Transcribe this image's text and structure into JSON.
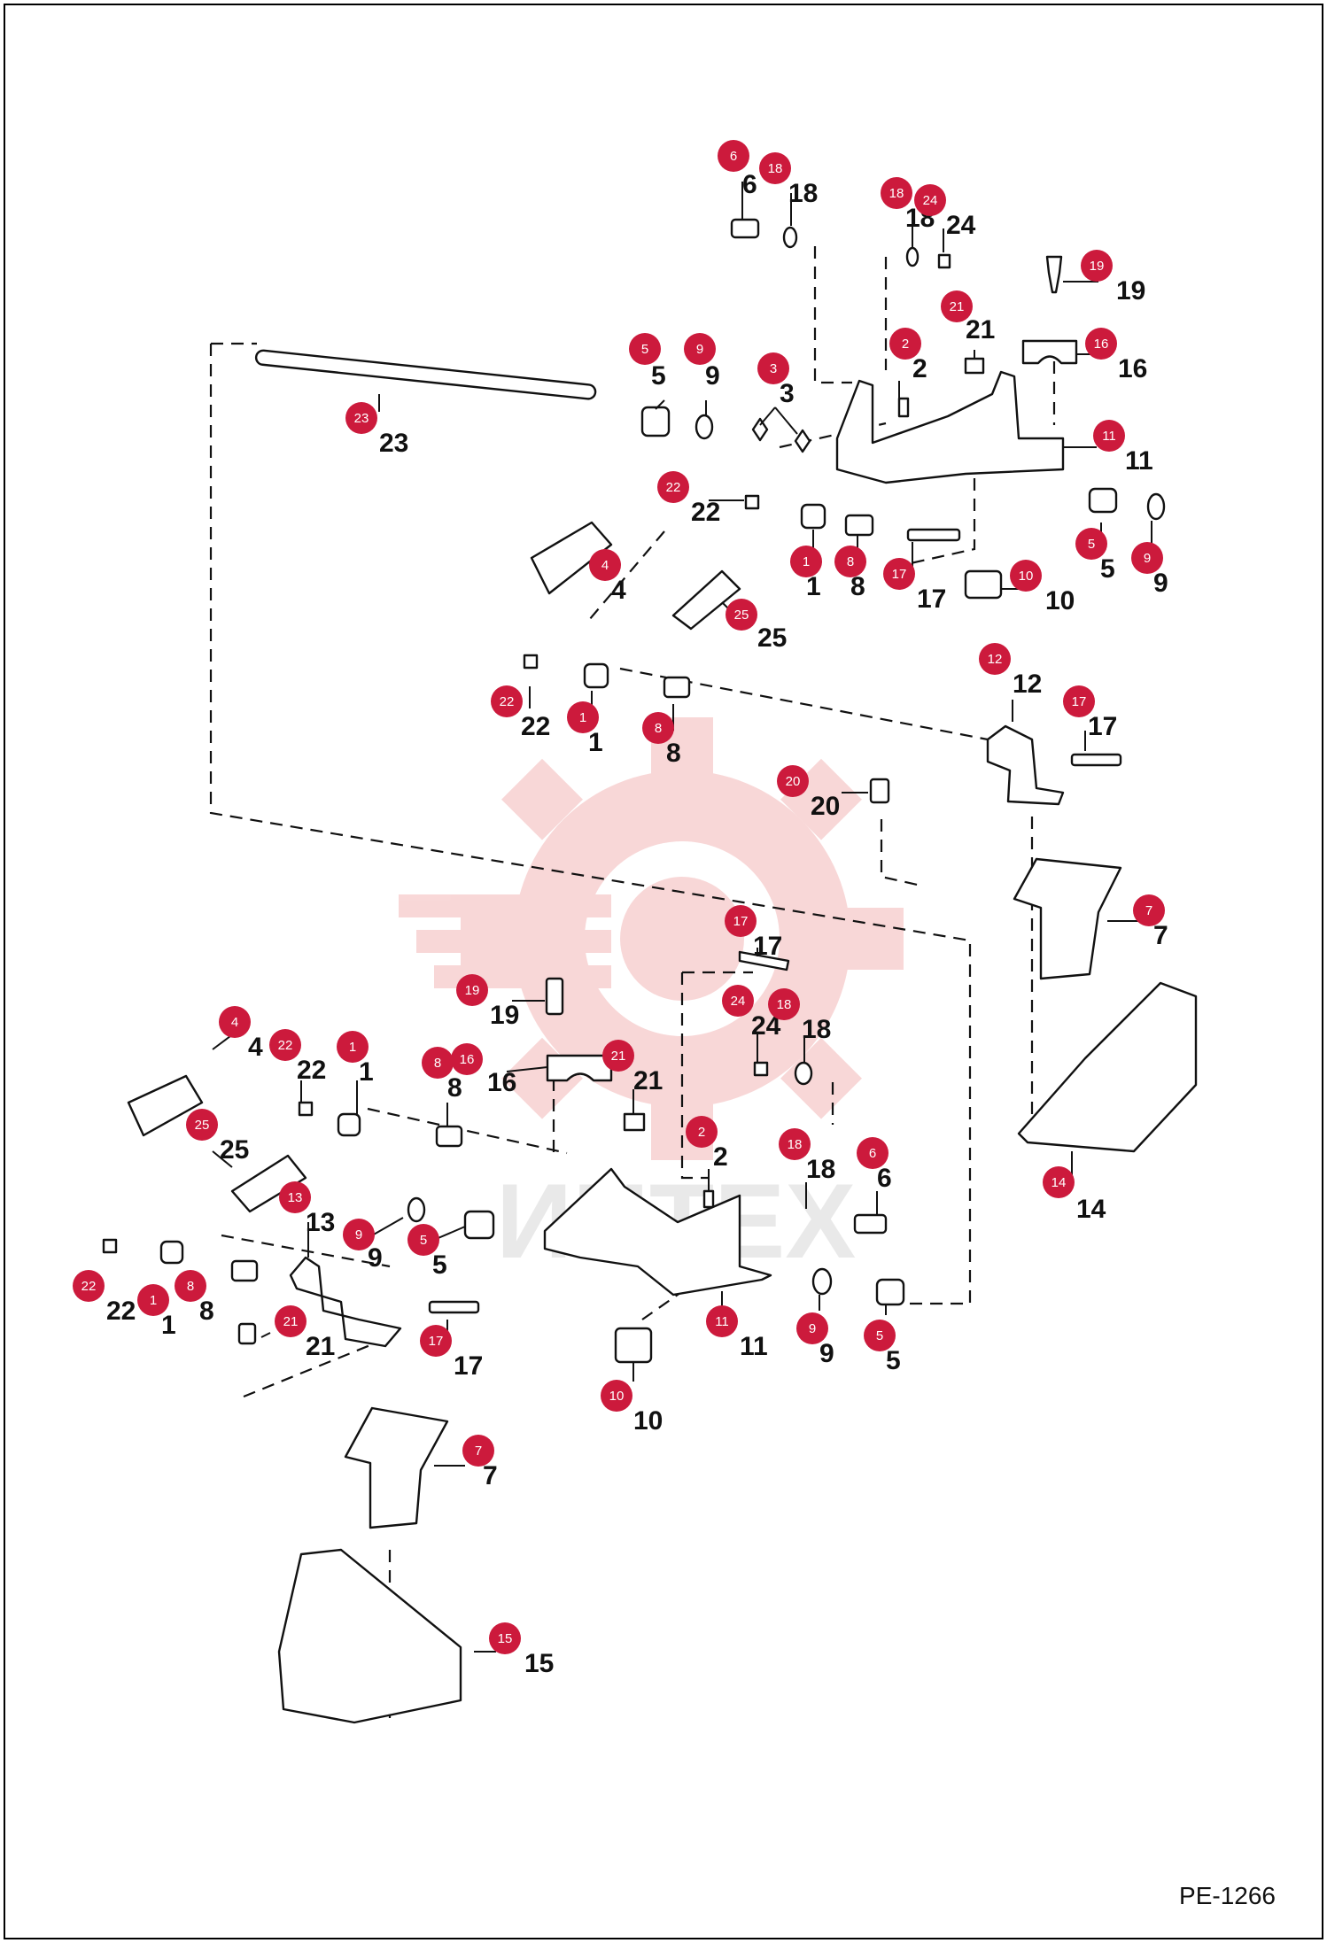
{
  "diagram": {
    "doc_code": "PE-1266",
    "watermark_text": "ИНТЕХ",
    "badge_color": "#cc1a3c",
    "watermark_color": "#f4b8b8",
    "callouts": [
      {
        "n": "6"
      },
      {
        "n": "18"
      },
      {
        "n": "18"
      },
      {
        "n": "24"
      },
      {
        "n": "19"
      },
      {
        "n": "21"
      },
      {
        "n": "2"
      },
      {
        "n": "16"
      },
      {
        "n": "5"
      },
      {
        "n": "9"
      },
      {
        "n": "3"
      },
      {
        "n": "11"
      },
      {
        "n": "23"
      },
      {
        "n": "22"
      },
      {
        "n": "1"
      },
      {
        "n": "8"
      },
      {
        "n": "17"
      },
      {
        "n": "4"
      },
      {
        "n": "5"
      },
      {
        "n": "9"
      },
      {
        "n": "10"
      },
      {
        "n": "25"
      },
      {
        "n": "22"
      },
      {
        "n": "1"
      },
      {
        "n": "8"
      },
      {
        "n": "12"
      },
      {
        "n": "17"
      },
      {
        "n": "20"
      },
      {
        "n": "7"
      },
      {
        "n": "17"
      },
      {
        "n": "19"
      },
      {
        "n": "24"
      },
      {
        "n": "18"
      },
      {
        "n": "4"
      },
      {
        "n": "22"
      },
      {
        "n": "1"
      },
      {
        "n": "8"
      },
      {
        "n": "16"
      },
      {
        "n": "21"
      },
      {
        "n": "25"
      },
      {
        "n": "13"
      },
      {
        "n": "14"
      },
      {
        "n": "2"
      },
      {
        "n": "18"
      },
      {
        "n": "6"
      },
      {
        "n": "9"
      },
      {
        "n": "5"
      },
      {
        "n": "22"
      },
      {
        "n": "1"
      },
      {
        "n": "8"
      },
      {
        "n": "21"
      },
      {
        "n": "17"
      },
      {
        "n": "11"
      },
      {
        "n": "9"
      },
      {
        "n": "5"
      },
      {
        "n": "10"
      },
      {
        "n": "7"
      },
      {
        "n": "15"
      }
    ]
  }
}
